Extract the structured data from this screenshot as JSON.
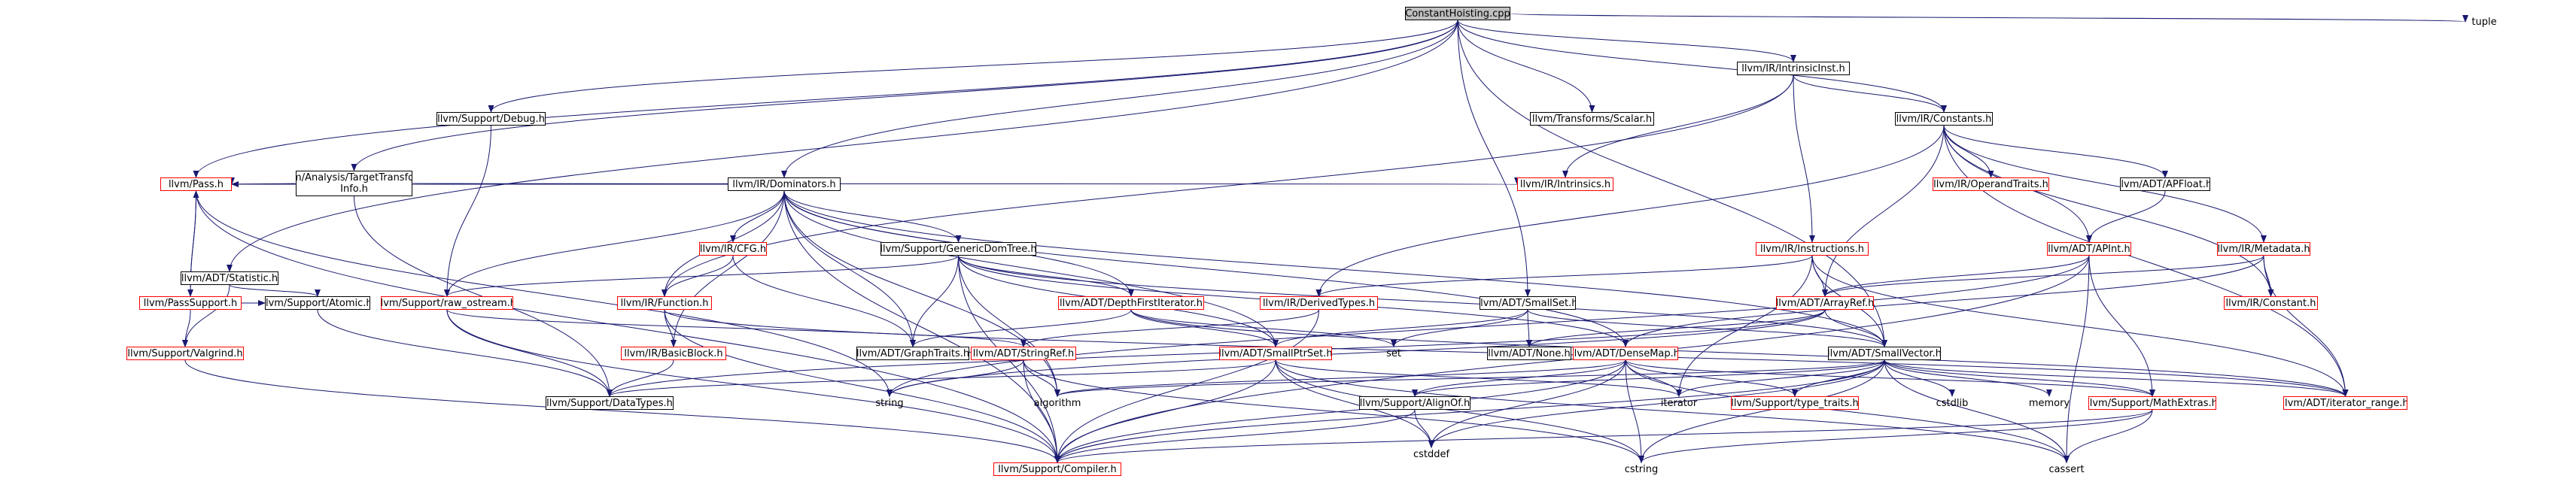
{
  "colors": {
    "edge": "#191970",
    "border_normal": "#000000",
    "border_red": "#ff0000",
    "root_fill": "#bfbfbf",
    "background": "#ffffff"
  },
  "nodes": [
    {
      "id": "root",
      "label": "ConstantHoisting.cpp",
      "style": "root"
    },
    {
      "id": "pass",
      "label": "llvm/Pass.h",
      "style": "red"
    },
    {
      "id": "statistic",
      "label": "llvm/ADT/Statistic.h",
      "style": "normal"
    },
    {
      "id": "tti",
      "label": "llvm/Analysis/TargetTransform Info.h",
      "style": "normal"
    },
    {
      "id": "debug",
      "label": "llvm/Support/Debug.h",
      "style": "normal"
    },
    {
      "id": "dominators",
      "label": "llvm/IR/Dominators.h",
      "style": "normal"
    },
    {
      "id": "intrinsicinst",
      "label": "llvm/IR/IntrinsicInst.h",
      "style": "normal"
    },
    {
      "id": "scalar",
      "label": "llvm/Transforms/Scalar.h",
      "style": "normal"
    },
    {
      "id": "constants",
      "label": "llvm/IR/Constants.h",
      "style": "normal"
    },
    {
      "id": "tuple",
      "label": "tuple",
      "style": "plain"
    },
    {
      "id": "intrinsics",
      "label": "llvm/IR/Intrinsics.h",
      "style": "red"
    },
    {
      "id": "instructions",
      "label": "llvm/IR/Instructions.h",
      "style": "red"
    },
    {
      "id": "operandtraits",
      "label": "llvm/IR/OperandTraits.h",
      "style": "red"
    },
    {
      "id": "apfloat",
      "label": "llvm/ADT/APFloat.h",
      "style": "normal"
    },
    {
      "id": "apint",
      "label": "llvm/ADT/APInt.h",
      "style": "red"
    },
    {
      "id": "metadata",
      "label": "llvm/IR/Metadata.h",
      "style": "red"
    },
    {
      "id": "constant",
      "label": "llvm/IR/Constant.h",
      "style": "red"
    },
    {
      "id": "passsupport",
      "label": "llvm/PassSupport.h",
      "style": "red"
    },
    {
      "id": "valgrind",
      "label": "llvm/Support/Valgrind.h",
      "style": "red"
    },
    {
      "id": "atomic",
      "label": "llvm/Support/Atomic.h",
      "style": "normal"
    },
    {
      "id": "rawostream",
      "label": "llvm/Support/raw_ostream.h",
      "style": "red"
    },
    {
      "id": "cfg",
      "label": "llvm/IR/CFG.h",
      "style": "red"
    },
    {
      "id": "function",
      "label": "llvm/IR/Function.h",
      "style": "red"
    },
    {
      "id": "basicblock",
      "label": "llvm/IR/BasicBlock.h",
      "style": "red"
    },
    {
      "id": "genericdomtree",
      "label": "llvm/Support/GenericDomTree.h",
      "style": "normal"
    },
    {
      "id": "graphtraits",
      "label": "llvm/ADT/GraphTraits.h",
      "style": "normal"
    },
    {
      "id": "depthfirst",
      "label": "llvm/ADT/DepthFirstIterator.h",
      "style": "red"
    },
    {
      "id": "derivedtypes",
      "label": "llvm/IR/DerivedTypes.h",
      "style": "red"
    },
    {
      "id": "smallset",
      "label": "llvm/ADT/SmallSet.h",
      "style": "normal"
    },
    {
      "id": "arrayref",
      "label": "llvm/ADT/ArrayRef.h",
      "style": "red"
    },
    {
      "id": "none",
      "label": "llvm/ADT/None.h",
      "style": "normal"
    },
    {
      "id": "set",
      "label": "set",
      "style": "plain"
    },
    {
      "id": "stringref",
      "label": "llvm/ADT/StringRef.h",
      "style": "red"
    },
    {
      "id": "smallptrset",
      "label": "llvm/ADT/SmallPtrSet.h",
      "style": "red"
    },
    {
      "id": "densemap",
      "label": "llvm/ADT/DenseMap.h",
      "style": "red"
    },
    {
      "id": "smallvector",
      "label": "llvm/ADT/SmallVector.h",
      "style": "normal"
    },
    {
      "id": "datatypes",
      "label": "llvm/Support/DataTypes.h",
      "style": "normal"
    },
    {
      "id": "string",
      "label": "string",
      "style": "plain"
    },
    {
      "id": "algorithm",
      "label": "algorithm",
      "style": "plain"
    },
    {
      "id": "alignof",
      "label": "llvm/Support/AlignOf.h",
      "style": "normal"
    },
    {
      "id": "iterator",
      "label": "iterator",
      "style": "plain"
    },
    {
      "id": "typetraits",
      "label": "llvm/Support/type_traits.h",
      "style": "red"
    },
    {
      "id": "cstdlib",
      "label": "cstdlib",
      "style": "plain"
    },
    {
      "id": "memory",
      "label": "memory",
      "style": "plain"
    },
    {
      "id": "mathextras",
      "label": "llvm/Support/MathExtras.h",
      "style": "red"
    },
    {
      "id": "iteratorrange",
      "label": "llvm/ADT/iterator_range.h",
      "style": "red"
    },
    {
      "id": "compiler",
      "label": "llvm/Support/Compiler.h",
      "style": "red"
    },
    {
      "id": "cstddef",
      "label": "cstddef",
      "style": "plain"
    },
    {
      "id": "cstring",
      "label": "cstring",
      "style": "plain"
    },
    {
      "id": "cassert",
      "label": "cassert",
      "style": "plain"
    }
  ],
  "edges": [
    [
      "root",
      "pass"
    ],
    [
      "root",
      "statistic"
    ],
    [
      "root",
      "tti"
    ],
    [
      "root",
      "debug"
    ],
    [
      "root",
      "dominators"
    ],
    [
      "root",
      "intrinsicinst"
    ],
    [
      "root",
      "scalar"
    ],
    [
      "root",
      "constants"
    ],
    [
      "root",
      "tuple"
    ],
    [
      "root",
      "smallset"
    ],
    [
      "root",
      "smallvector"
    ],
    [
      "intrinsicinst",
      "constants"
    ],
    [
      "intrinsicinst",
      "function"
    ],
    [
      "intrinsicinst",
      "instructions"
    ],
    [
      "intrinsicinst",
      "intrinsics"
    ],
    [
      "constants",
      "operandtraits"
    ],
    [
      "constants",
      "apfloat"
    ],
    [
      "constants",
      "apint"
    ],
    [
      "constants",
      "metadata"
    ],
    [
      "constants",
      "constant"
    ],
    [
      "constants",
      "arrayref"
    ],
    [
      "constants",
      "derivedtypes"
    ],
    [
      "constants",
      "iteratorrange"
    ],
    [
      "apfloat",
      "apint"
    ],
    [
      "apint",
      "arrayref"
    ],
    [
      "apint",
      "mathextras"
    ],
    [
      "apint",
      "compiler"
    ],
    [
      "apint",
      "cassert"
    ],
    [
      "apint",
      "string"
    ],
    [
      "metadata",
      "arrayref"
    ],
    [
      "metadata",
      "constant"
    ],
    [
      "metadata",
      "densemap"
    ],
    [
      "metadata",
      "iteratorrange"
    ],
    [
      "instructions",
      "arrayref"
    ],
    [
      "instructions",
      "smallvector"
    ],
    [
      "instructions",
      "derivedtypes"
    ],
    [
      "instructions",
      "iterator"
    ],
    [
      "instructions",
      "iteratorrange"
    ],
    [
      "dominators",
      "pass"
    ],
    [
      "dominators",
      "rawostream"
    ],
    [
      "dominators",
      "cfg"
    ],
    [
      "dominators",
      "function"
    ],
    [
      "dominators",
      "basicblock"
    ],
    [
      "dominators",
      "genericdomtree"
    ],
    [
      "dominators",
      "graphtraits"
    ],
    [
      "dominators",
      "depthfirst"
    ],
    [
      "dominators",
      "smallptrset"
    ],
    [
      "dominators",
      "densemap"
    ],
    [
      "dominators",
      "smallvector"
    ],
    [
      "dominators",
      "compiler"
    ],
    [
      "dominators",
      "algorithm"
    ],
    [
      "tti",
      "pass"
    ],
    [
      "tti",
      "datatypes"
    ],
    [
      "tti",
      "intrinsics"
    ],
    [
      "debug",
      "rawostream"
    ],
    [
      "pass",
      "passsupport"
    ],
    [
      "pass",
      "string"
    ],
    [
      "pass",
      "compiler"
    ],
    [
      "passsupport",
      "pass"
    ],
    [
      "passsupport",
      "valgrind"
    ],
    [
      "passsupport",
      "atomic"
    ],
    [
      "statistic",
      "valgrind"
    ],
    [
      "statistic",
      "atomic"
    ],
    [
      "valgrind",
      "compiler"
    ],
    [
      "atomic",
      "datatypes"
    ],
    [
      "rawostream",
      "stringref"
    ],
    [
      "rawostream",
      "datatypes"
    ],
    [
      "rawostream",
      "compiler"
    ],
    [
      "cfg",
      "function"
    ],
    [
      "cfg",
      "graphtraits"
    ],
    [
      "function",
      "basicblock"
    ],
    [
      "function",
      "iteratorrange"
    ],
    [
      "function",
      "compiler"
    ],
    [
      "basicblock",
      "datatypes"
    ],
    [
      "genericdomtree",
      "rawostream"
    ],
    [
      "genericdomtree",
      "graphtraits"
    ],
    [
      "genericdomtree",
      "depthfirst"
    ],
    [
      "genericdomtree",
      "smallptrset"
    ],
    [
      "genericdomtree",
      "densemap"
    ],
    [
      "genericdomtree",
      "smallvector"
    ],
    [
      "genericdomtree",
      "compiler"
    ],
    [
      "genericdomtree",
      "algorithm"
    ],
    [
      "depthfirst",
      "graphtraits"
    ],
    [
      "depthfirst",
      "smallptrset"
    ],
    [
      "depthfirst",
      "set"
    ],
    [
      "depthfirst",
      "iteratorrange"
    ],
    [
      "derivedtypes",
      "stringref"
    ],
    [
      "derivedtypes",
      "compiler"
    ],
    [
      "smallset",
      "none"
    ],
    [
      "smallset",
      "smallptrset"
    ],
    [
      "smallset",
      "smallvector"
    ],
    [
      "smallset",
      "set"
    ],
    [
      "arrayref",
      "none"
    ],
    [
      "arrayref",
      "smallvector"
    ],
    [
      "arrayref",
      "string"
    ],
    [
      "arrayref",
      "datatypes"
    ],
    [
      "stringref",
      "compiler"
    ],
    [
      "stringref",
      "algorithm"
    ],
    [
      "stringref",
      "string"
    ],
    [
      "stringref",
      "cstring"
    ],
    [
      "smallptrset",
      "compiler"
    ],
    [
      "smallptrset",
      "datatypes"
    ],
    [
      "smallptrset",
      "iterator"
    ],
    [
      "smallptrset",
      "cassert"
    ],
    [
      "smallptrset",
      "cstddef"
    ],
    [
      "smallptrset",
      "cstring"
    ],
    [
      "densemap",
      "alignof"
    ],
    [
      "densemap",
      "compiler"
    ],
    [
      "densemap",
      "mathextras"
    ],
    [
      "densemap",
      "typetraits"
    ],
    [
      "densemap",
      "algorithm"
    ],
    [
      "densemap",
      "cassert"
    ],
    [
      "densemap",
      "cstddef"
    ],
    [
      "densemap",
      "cstring"
    ],
    [
      "densemap",
      "iterator"
    ],
    [
      "smallvector",
      "iteratorrange"
    ],
    [
      "smallvector",
      "alignof"
    ],
    [
      "smallvector",
      "compiler"
    ],
    [
      "smallvector",
      "mathextras"
    ],
    [
      "smallvector",
      "typetraits"
    ],
    [
      "smallvector",
      "algorithm"
    ],
    [
      "smallvector",
      "cassert"
    ],
    [
      "smallvector",
      "cstddef"
    ],
    [
      "smallvector",
      "cstdlib"
    ],
    [
      "smallvector",
      "cstring"
    ],
    [
      "smallvector",
      "iterator"
    ],
    [
      "smallvector",
      "memory"
    ],
    [
      "alignof",
      "compiler"
    ],
    [
      "alignof",
      "cstddef"
    ],
    [
      "mathextras",
      "compiler"
    ],
    [
      "mathextras",
      "cassert"
    ],
    [
      "mathextras",
      "cstring"
    ]
  ]
}
